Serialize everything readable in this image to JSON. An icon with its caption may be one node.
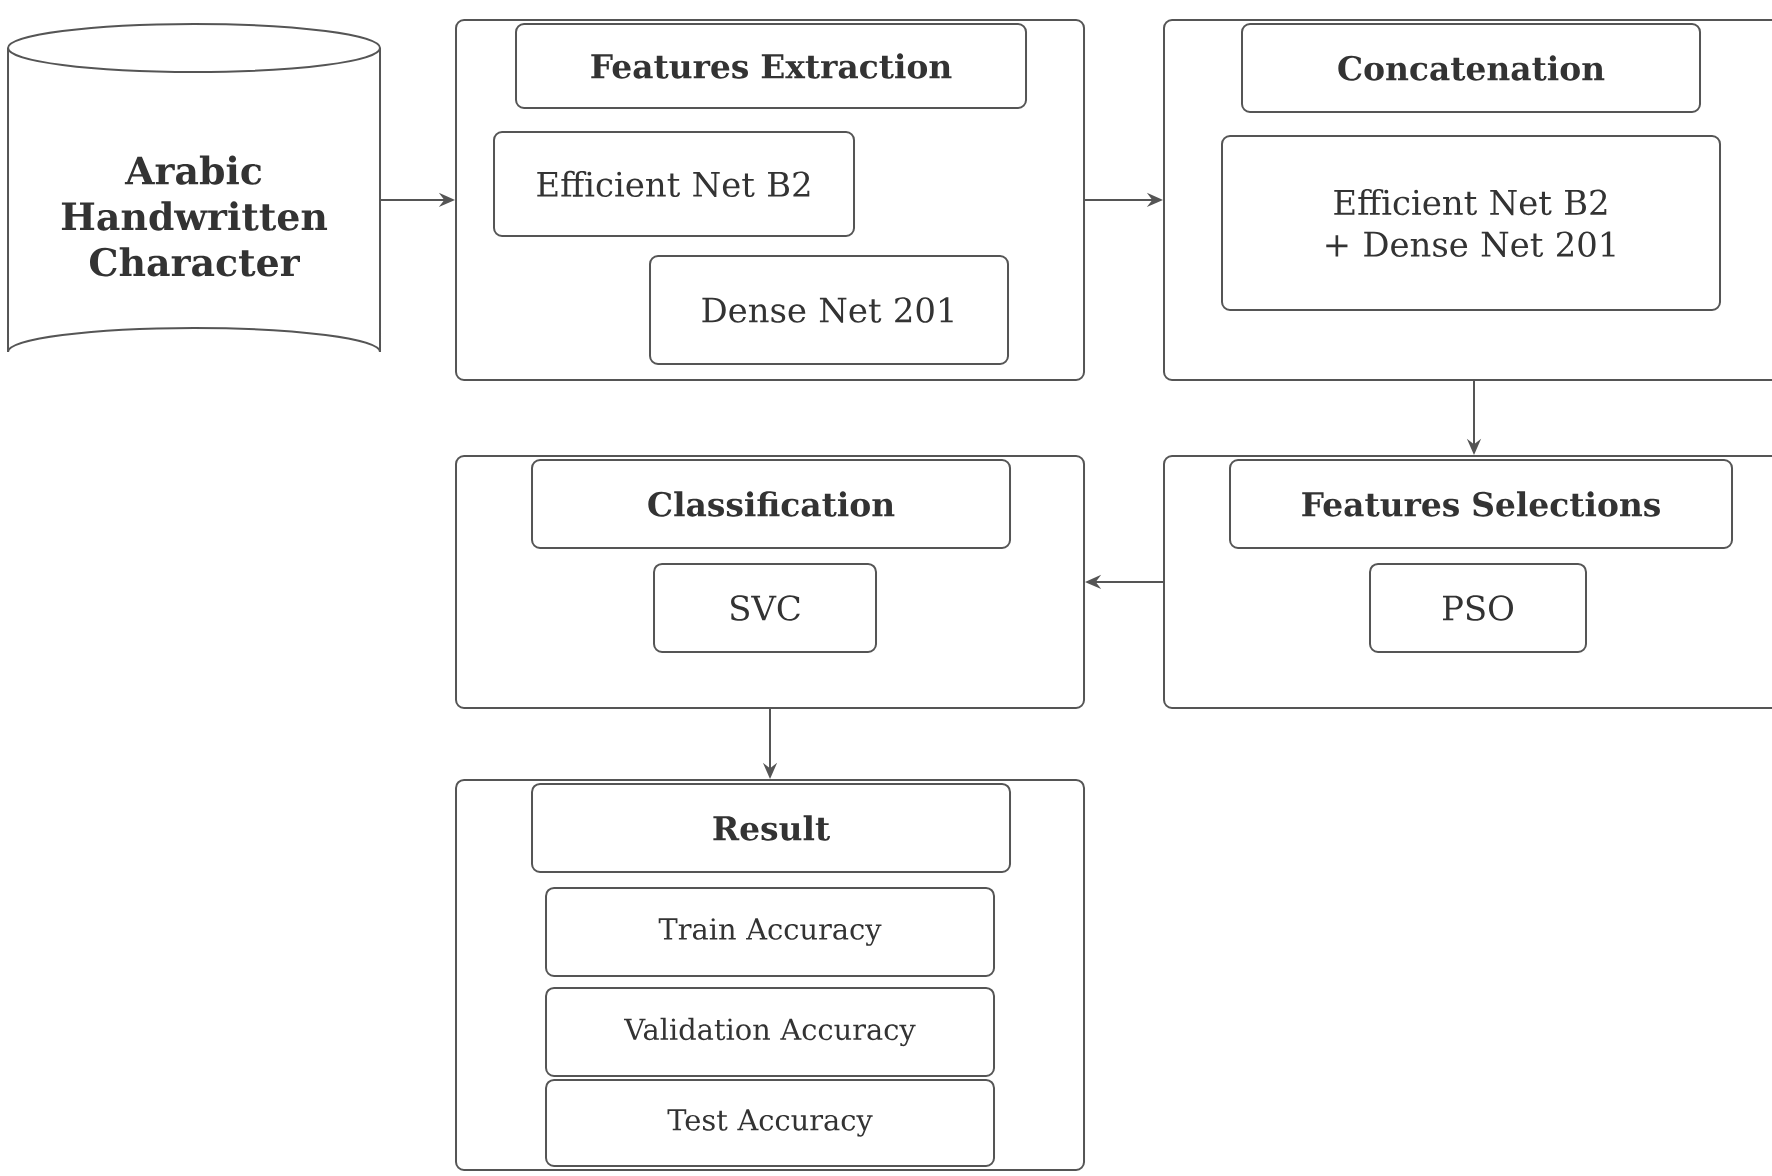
{
  "diagram": {
    "nodes": [
      {
        "text": [
          "Arabic Handwritten Character"
        ]
      },
      {
        "text": [],
        "shape": "box"
      },
      {
        "text": [
          "Features Extraction"
        ],
        "in": 1
      },
      {
        "text": [
          "Efficient Net B2"
        ],
        "in": 1
      },
      {
        "text": [
          "Dense Net 201"
        ],
        "in": 1
      },
      {
        "text": [],
        "shape": "box"
      },
      {
        "text": [
          "Concatenation"
        ],
        "in": 5
      },
      {
        "text": [
          "Efficient Net B2 + Dense Net 201"
        ],
        "in": 5
      },
      {
        "text": [],
        "shape": "box"
      },
      {
        "text": [
          "Classification"
        ],
        "in": 8
      },
      {
        "text": [
          "SVC"
        ],
        "in": 8
      },
      {
        "text": [],
        "shape": "box"
      },
      {
        "text": [
          "Features Selections"
        ],
        "in": 11
      },
      {
        "text": [
          "PSO"
        ],
        "in": 11
      },
      {
        "text": [],
        "shape": "box"
      },
      {
        "text": [
          "Result"
        ],
        "in": 14
      },
      {
        "text": [
          "Train Accuracy"
        ],
        "in": 14
      },
      {
        "text": [
          "Validation Accuracy"
        ],
        "in": 14
      },
      {
        "text": [
          "Test Accuracy"
        ],
        "in": 14
      }
    ],
    "edges": [
      {
        "from": 0,
        "to": 1,
        "arrow": "to"
      },
      {
        "from": 1,
        "to": 5,
        "arrow": "to"
      },
      {
        "from": 5,
        "to": 11,
        "arrow": "to"
      },
      {
        "from": 11,
        "to": 8,
        "arrow": "to"
      },
      {
        "from": 8,
        "to": 14,
        "arrow": "to"
      }
    ]
  }
}
